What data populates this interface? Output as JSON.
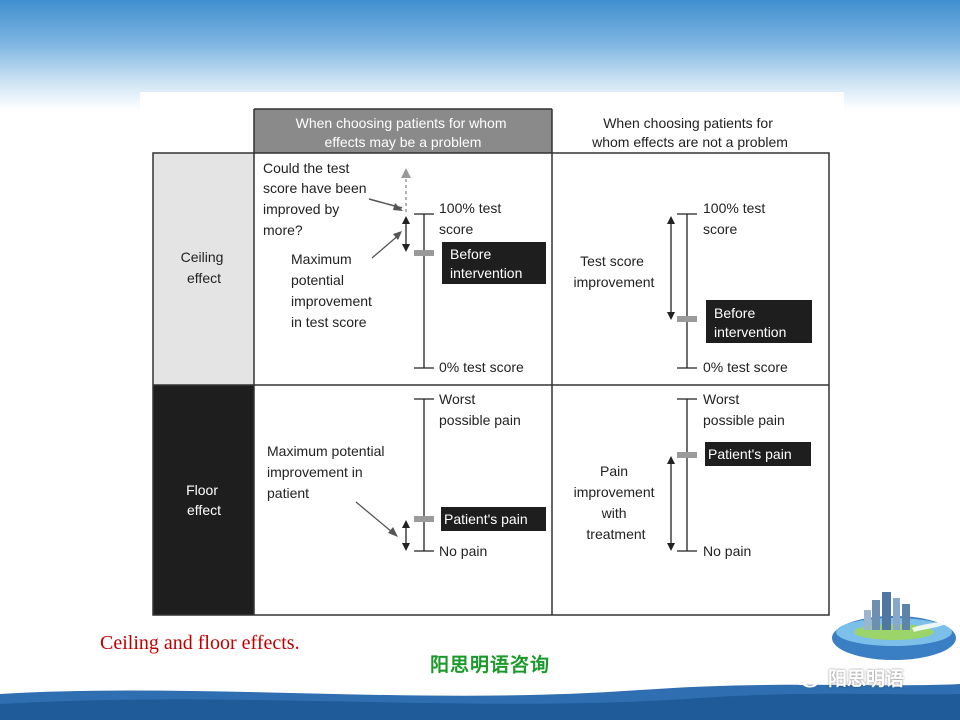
{
  "figure": {
    "col_headers": [
      [
        "When choosing patients for whom",
        "effects may be a problem"
      ],
      [
        "When choosing patients for",
        "whom effects are not a problem"
      ]
    ],
    "row_headers": [
      [
        "Ceiling",
        "effect"
      ],
      [
        "Floor",
        "effect"
      ]
    ],
    "ceiling_problem": {
      "question": [
        "Could the test",
        "score have been",
        "improved by",
        "more?"
      ],
      "max_label": [
        "Maximum",
        "potential",
        "improvement",
        "in test score"
      ],
      "top": [
        "100% test",
        "score"
      ],
      "bottom": "0% test score",
      "marker": [
        "Before",
        "intervention"
      ]
    },
    "ceiling_ok": {
      "improve_label": [
        "Test score",
        "improvement"
      ],
      "top": [
        "100% test",
        "score"
      ],
      "bottom": "0% test score",
      "marker": [
        "Before",
        "intervention"
      ]
    },
    "floor_problem": {
      "max_label": [
        "Maximum potential",
        "improvement in",
        "patient"
      ],
      "top": [
        "Worst",
        "possible pain"
      ],
      "bottom": "No pain",
      "marker": "Patient's pain"
    },
    "floor_ok": {
      "improve_label": [
        "Pain",
        "improvement",
        "with",
        "treatment"
      ],
      "top": [
        "Worst",
        "possible pain"
      ],
      "bottom": "No pain",
      "marker": "Patient's pain"
    }
  },
  "caption": "Ceiling and floor effects.",
  "company_name": "阳思明语咨询",
  "wechat_account": "阳思明语",
  "colors": {
    "caption": "#c00000",
    "company": "#1a9a2a",
    "header_problem_fill": "#8a8a8a",
    "ceiling_row_fill": "#e4e4e4",
    "floor_row_fill": "#1e1e1e",
    "marker_box": "#1e1e1e",
    "marker_tick": "#9a9a9a"
  },
  "icons": {
    "wechat": "wechat-icon",
    "logo": "city-globe-logo"
  }
}
